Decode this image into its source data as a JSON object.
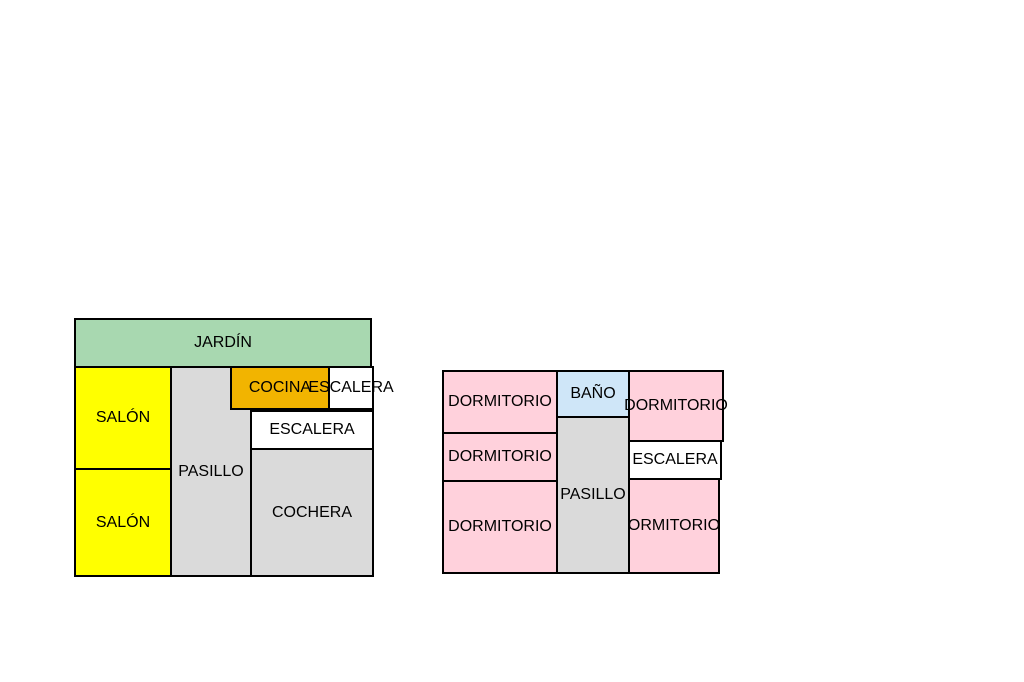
{
  "colors": {
    "garden": "#a8d8b0",
    "living": "#ffff00",
    "hall": "#dadada",
    "kitchen": "#f2b400",
    "stairs": "#ffffff",
    "bedroom": "#ffd1dc",
    "bath": "#cfe6f8",
    "border": "#000000"
  },
  "ground_floor": {
    "jardin": "JARDÍN",
    "salon_top": "SALÓN",
    "salon_bottom": "SALÓN",
    "pasillo": "PASILLO",
    "cocina": "COCINA",
    "escalera_top": "ESCALERA",
    "escalera_mid": "ESCALERA",
    "cochera": "COCHERA"
  },
  "upper_floor": {
    "dormitorio_1": "DORMITORIO",
    "dormitorio_2": "DORMITORIO",
    "dormitorio_3": "DORMITORIO",
    "bano": "BAÑO",
    "pasillo": "PASILLO",
    "dormitorio_4": "DORMITORIO",
    "escalera": "ESCALERA",
    "dormitorio_5": "ORMITORIO"
  }
}
